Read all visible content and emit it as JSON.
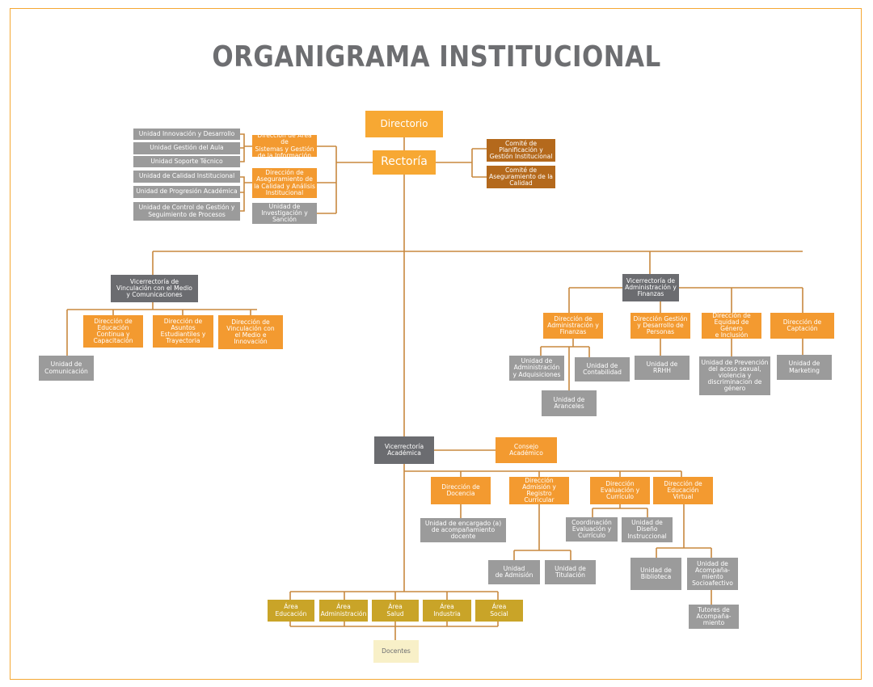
{
  "title": "ORGANIGRAMA INSTITUCIONAL",
  "colors": {
    "frame": "#f5a833",
    "connector": "#c8883f",
    "direccion": "#f39a30",
    "top": "#f7a833",
    "comite": "#b4691c",
    "vicerrectoria": "#6b6c70",
    "unidad": "#9b9b9b",
    "area": "#c9a428",
    "docentes": "#f8f0c8",
    "title": "#6d6e71"
  },
  "top": {
    "directorio": "Directorio",
    "rectoria": "Rectoría",
    "comites": [
      "Comité de\nPlanificación y\nGestión Institucional",
      "Comité de\nAseguramiento de la\nCalidad"
    ]
  },
  "rectoria_staff": {
    "sistemas": {
      "label": "Dirección de Área de\nSistemas y Gestión\nde la Información",
      "units": [
        "Unidad Innovación y Desarrollo",
        "Unidad Gestión del Aula",
        "Unidad Soporte Técnico"
      ]
    },
    "aseguramiento": {
      "label": "Dirección de\nAseguramiento de\nla Calidad y Análisis\nInstitucional",
      "units": [
        "Unidad de Calidad Institucional",
        "Unidad de Progresión Académica",
        "Unidad de Control de Gestión y\nSeguimiento de Procesos"
      ]
    },
    "investigacion": "Unidad de\nInvestigación y\nSanción"
  },
  "vrvm": {
    "label": "Vicerrectoría de\nVinculación con el Medio\ny Comunicaciones",
    "unit": "Unidad de\nComunicación",
    "direcciones": [
      "Dirección de\nEducación\nContinua y\nCapacitación",
      "Dirección de\nAsuntos\nEstudiantiles y\nTrayectoria",
      "Dirección de\nVinculación con\nel Medio e\nInnovación"
    ]
  },
  "vraf": {
    "label": "Vicerrectoría de\nAdministración y\nFinanzas",
    "direcciones": [
      "Dirección de\nAdministración y\nFinanzas",
      "Dirección Gestión\ny Desarrollo de\nPersonas",
      "Dirección de\nEquidad de Género\ne Inclusión",
      "Dirección de\nCaptación"
    ],
    "units": {
      "adquisiciones": "Unidad de\nAdministración\ny Adquisiciones",
      "contabilidad": "Unidad de\nContabilidad",
      "aranceles": "Unidad de\nAranceles",
      "rrhh": "Unidad de\nRRHH",
      "prevencion": "Unidad de Prevención\ndel acoso sexual,\nviolencia y\ndiscriminacion de\ngénero",
      "marketing": "Unidad de\nMarketing"
    }
  },
  "vra": {
    "label": "Vicerrectoría\nAcadémica",
    "consejo": "Consejo\nAcadémico",
    "direcciones": [
      "Dirección de\nDocencia",
      "Dirección\nAdmisión y\nRegistro\nCurricular",
      "Dirección\nEvaluación y\nCurrículo",
      "Dirección de\nEducación\nVirtual"
    ],
    "units": {
      "acompanamiento_docente": "Unidad de encargado (a)\nde acompañamiento\ndocente",
      "admision": "Unidad\nde Admisión",
      "titulacion": "Unidad  de\nTitulación",
      "coordinacion": "Coordinación\nEvaluación y\nCurrículo",
      "diseno": "Unidad de\nDiseño\nInstruccional",
      "biblioteca": "Unidad de\nBiblioteca",
      "socioafectivo": "Unidad de\nAcompaña-\nmiento\nSocioafectivo",
      "tutores": "Tutores de\nAcompaña-\nmiento"
    },
    "areas": [
      "Área\nEducación",
      "Área\nAdministración",
      "Área\nSalud",
      "Área\nIndustria",
      "Área\nSocial"
    ],
    "docentes": "Docentes"
  }
}
